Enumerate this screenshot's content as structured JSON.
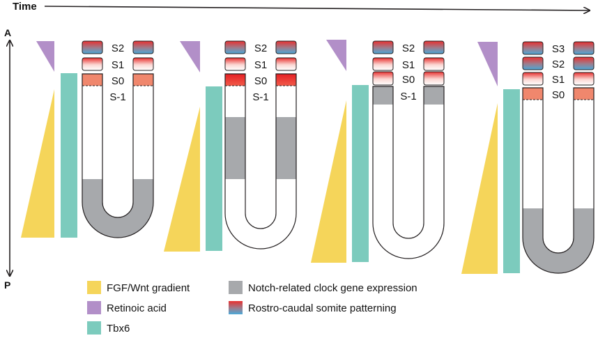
{
  "time_label": "Time",
  "axis": {
    "anterior": "A",
    "posterior": "P"
  },
  "colors": {
    "fgf_wnt": "#f5d55a",
    "retinoic_acid": "#b28fc8",
    "tbx6": "#7ccbbd",
    "notch_clock": "#a7a9ac",
    "somite_rostral": "#e8302f",
    "somite_caudal": "#4aa8d8",
    "s0_expression": "#f0876d",
    "outline": "#231f20"
  },
  "stages": [
    {
      "somite_labels": [
        "S2",
        "S1",
        "S0",
        "S-1"
      ],
      "clock_expression": "tail"
    },
    {
      "somite_labels": [
        "S2",
        "S1",
        "S0",
        "S-1"
      ],
      "clock_expression": "middle"
    },
    {
      "somite_labels": [
        "S2",
        "S1",
        "S0",
        "S-1"
      ],
      "clock_expression": "anterior"
    },
    {
      "somite_labels": [
        "S3",
        "S2",
        "S1",
        "S0"
      ],
      "clock_expression": "tail"
    }
  ],
  "legend": [
    {
      "key": "fgf",
      "label": "FGF/Wnt gradient",
      "swatch": "yellow"
    },
    {
      "key": "notch",
      "label": "Notch-related clock gene expression",
      "swatch": "gray"
    },
    {
      "key": "ra",
      "label": "Retinoic acid",
      "swatch": "purple"
    },
    {
      "key": "rc",
      "label": "Rostro-caudal somite patterning",
      "swatch": "gradient"
    },
    {
      "key": "tbx6",
      "label": "Tbx6",
      "swatch": "teal"
    }
  ]
}
